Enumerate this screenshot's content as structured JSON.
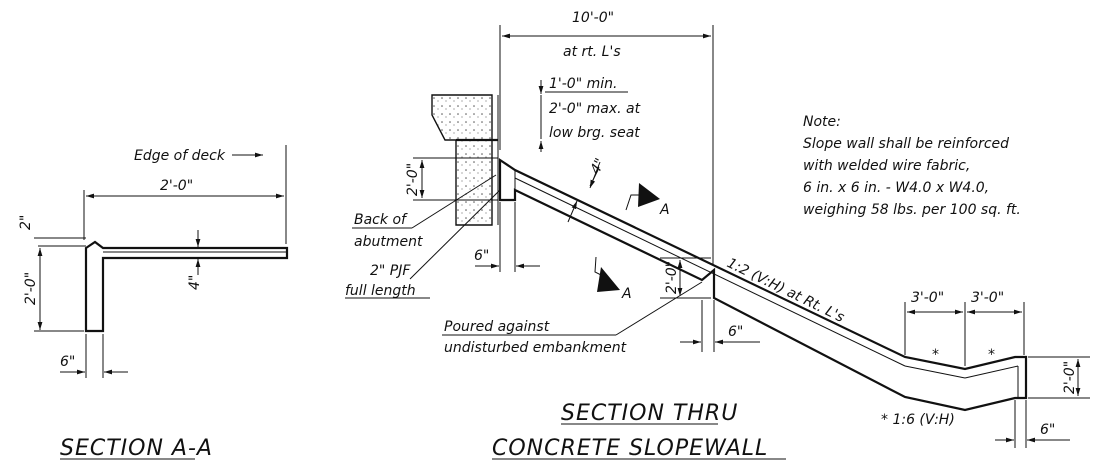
{
  "section_aa": {
    "title": "SECTION A-A",
    "edge_of_deck": "Edge of deck",
    "width": "2'-0\"",
    "top_thk": "2\"",
    "height": "2'-0\"",
    "slab_thk": "4\"",
    "wall_thk": "6\""
  },
  "slopewall": {
    "title_line1": "SECTION THRU",
    "title_line2": "CONCRETE SLOPEWALL",
    "overall_length": "10'-0\"",
    "overall_length_note": "at rt. L's",
    "seat_min": "1'-0\" min.",
    "seat_max": "2'-0\" max. at",
    "seat_note": "low brg. seat",
    "toe_depth": "2'-0\"",
    "back_of": "Back of",
    "abutment": "abutment",
    "toe_width": "6\"",
    "pjf": "2\" PJF",
    "pjf_note": "full length",
    "slab_thk": "4\"",
    "section_mark": "A",
    "section_mark_2": "A",
    "key_depth": "2'-0\"",
    "poured": "Poured against",
    "poured_note": "undisturbed embankment",
    "key_width": "6\"",
    "slope": "1:2 (V:H) at Rt. L's",
    "bend_1": "3'-0\"",
    "bend_2": "3'-0\"",
    "asterisk": "*",
    "footnote": "* 1:6 (V:H)",
    "end_depth": "2'-0\"",
    "end_width": "6\""
  },
  "note": {
    "heading": "Note:",
    "line1": "Slope wall shall be reinforced",
    "line2": "with welded wire fabric,",
    "line3": "6 in. x 6 in. - W4.0 x W4.0,",
    "line4": "weighing 58 lbs. per 100 sq. ft."
  }
}
